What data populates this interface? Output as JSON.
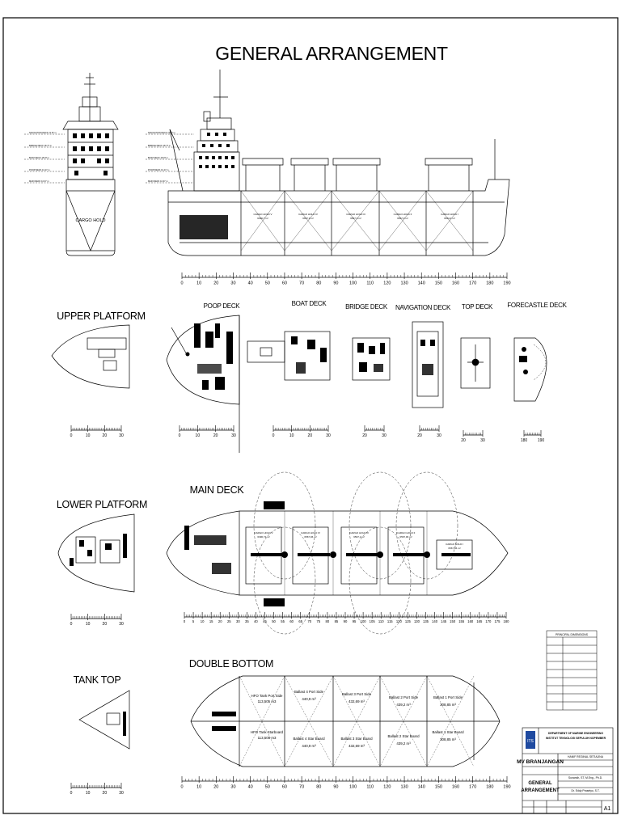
{
  "title": "GENERAL ARRANGEMENT",
  "views": {
    "body_plan": {
      "cargo_hold": "CARGO HOLD"
    },
    "profile": {
      "holds": [
        {
          "name": "CARGO HOLD V",
          "volume": "6396,7 m³"
        },
        {
          "name": "CARGO HOLD IV",
          "volume": "6567,9 m³"
        },
        {
          "name": "CARGO HOLD III",
          "volume": "6567,9 m³"
        },
        {
          "name": "CARGO HOLD II",
          "volume": "6567,9 m³"
        },
        {
          "name": "CARGO HOLD I",
          "volume": "6543,4 m³"
        }
      ]
    },
    "upper_platform": "UPPER PLATFORM",
    "poop_deck": "POOP DECK",
    "boat_deck": "BOAT DECK",
    "bridge_deck": "BRIDGE DECK",
    "navigation_deck": "NAVIGATION DECK",
    "top_deck": "TOP DECK",
    "forecastle_deck": "FORECASTLE DECK",
    "lower_platform": "LOWER PLATFORM",
    "main_deck": "MAIN DECK",
    "tank_top": "TANK TOP",
    "double_bottom": "DOUBLE BOTTOM"
  },
  "main_deck_holds": [
    {
      "name": "CARGO HOLD V",
      "volume": "6396,72 m³"
    },
    {
      "name": "CARGO HOLD IV",
      "volume": "6567,96 m³"
    },
    {
      "name": "CARGO HOLD III",
      "volume": "6567,2 m³"
    },
    {
      "name": "CARGO HOLD II",
      "volume": "6567,96 m³"
    },
    {
      "name": "CARGO HOLD I",
      "volume": "6567,96 m³"
    }
  ],
  "double_bottom_tanks": {
    "port": [
      {
        "label": "HFO Tank Port Side",
        "value": "113,505 m3"
      },
      {
        "label": "Ballast 4 Port Side",
        "value": "440,9 m³"
      },
      {
        "label": "Ballast 3 Port Side",
        "value": "432,69 m³"
      },
      {
        "label": "Ballast 2 Port Side",
        "value": "439,2 m³"
      },
      {
        "label": "Ballast 1 Port Side",
        "value": "308,85 m³"
      }
    ],
    "starboard": [
      {
        "label": "HFO Tank Starboard",
        "value": "113,505 m3"
      },
      {
        "label": "Ballast 4 Star Board",
        "value": "440,9 m³"
      },
      {
        "label": "Ballast 3 Star Board",
        "value": "432,69 m³"
      },
      {
        "label": "Ballast 2 Star Board",
        "value": "439,2 m³"
      },
      {
        "label": "Ballast 1 Star Board",
        "value": "308,85 m³"
      }
    ]
  },
  "scales": {
    "profile_ticks": [
      "0",
      "10",
      "20",
      "30",
      "40",
      "50",
      "60",
      "70",
      "80",
      "90",
      "100",
      "110",
      "120",
      "130",
      "140",
      "150",
      "160",
      "170",
      "180",
      "190"
    ],
    "small_ticks": [
      "0",
      "10",
      "20",
      "30"
    ],
    "bridge_ticks": [
      "20",
      "30"
    ],
    "nav_ticks": [
      "20",
      "30"
    ],
    "top_ticks": [
      "20",
      "30"
    ],
    "fore_ticks": [
      "180",
      "190"
    ],
    "main_deck_ticks": [
      "0",
      "5",
      "10",
      "15",
      "20",
      "25",
      "30",
      "35",
      "40",
      "45",
      "50",
      "55",
      "60",
      "65",
      "70",
      "75",
      "80",
      "85",
      "90",
      "95",
      "100",
      "105",
      "110",
      "115",
      "120",
      "125",
      "130",
      "135",
      "140",
      "145",
      "150",
      "155",
      "160",
      "165",
      "170",
      "175",
      "180"
    ]
  },
  "principal_dimensions": {
    "title": "PRINCIPAL DIMENSIONS"
  },
  "title_block": {
    "institution_line1": "DEPARTMENT OF MARINE ENGINEERING",
    "institution_line2": "INSTITUT TEKNOLOGI SEPULUH NOPEMBER",
    "logo_text": "ITS",
    "ship_name": "MV BRANJANGAN",
    "drawing_title_1": "GENERAL",
    "drawing_title_2": "ARRANGEMENT",
    "sheet_size": "A1",
    "row1_value": "HANIF REGINAL SETIAJINA",
    "row2_value": "Sunarsih, ST, M.Eng., Ph.D.",
    "row3_value": "Dr. Eddy Prasetyo, S.T."
  }
}
